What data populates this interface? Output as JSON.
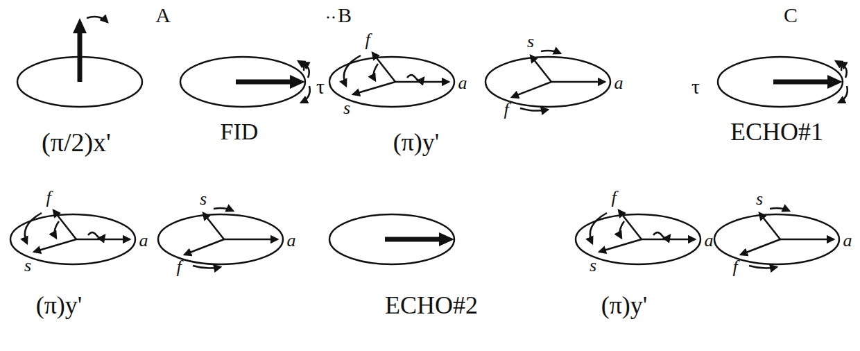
{
  "diagram": {
    "labels": [
      "A",
      "B",
      "C",
      "(π/2)x'",
      "FID",
      "τ",
      "f",
      "s",
      "a",
      "(π)y'",
      "s",
      "a",
      "f",
      "τ",
      "ECHO#1",
      "f",
      "s",
      "a",
      "(π)y'",
      "s",
      "a",
      "f",
      "ECHO#2",
      "f",
      "a",
      "s",
      "(π)y'",
      "s",
      "a",
      "f"
    ]
  }
}
